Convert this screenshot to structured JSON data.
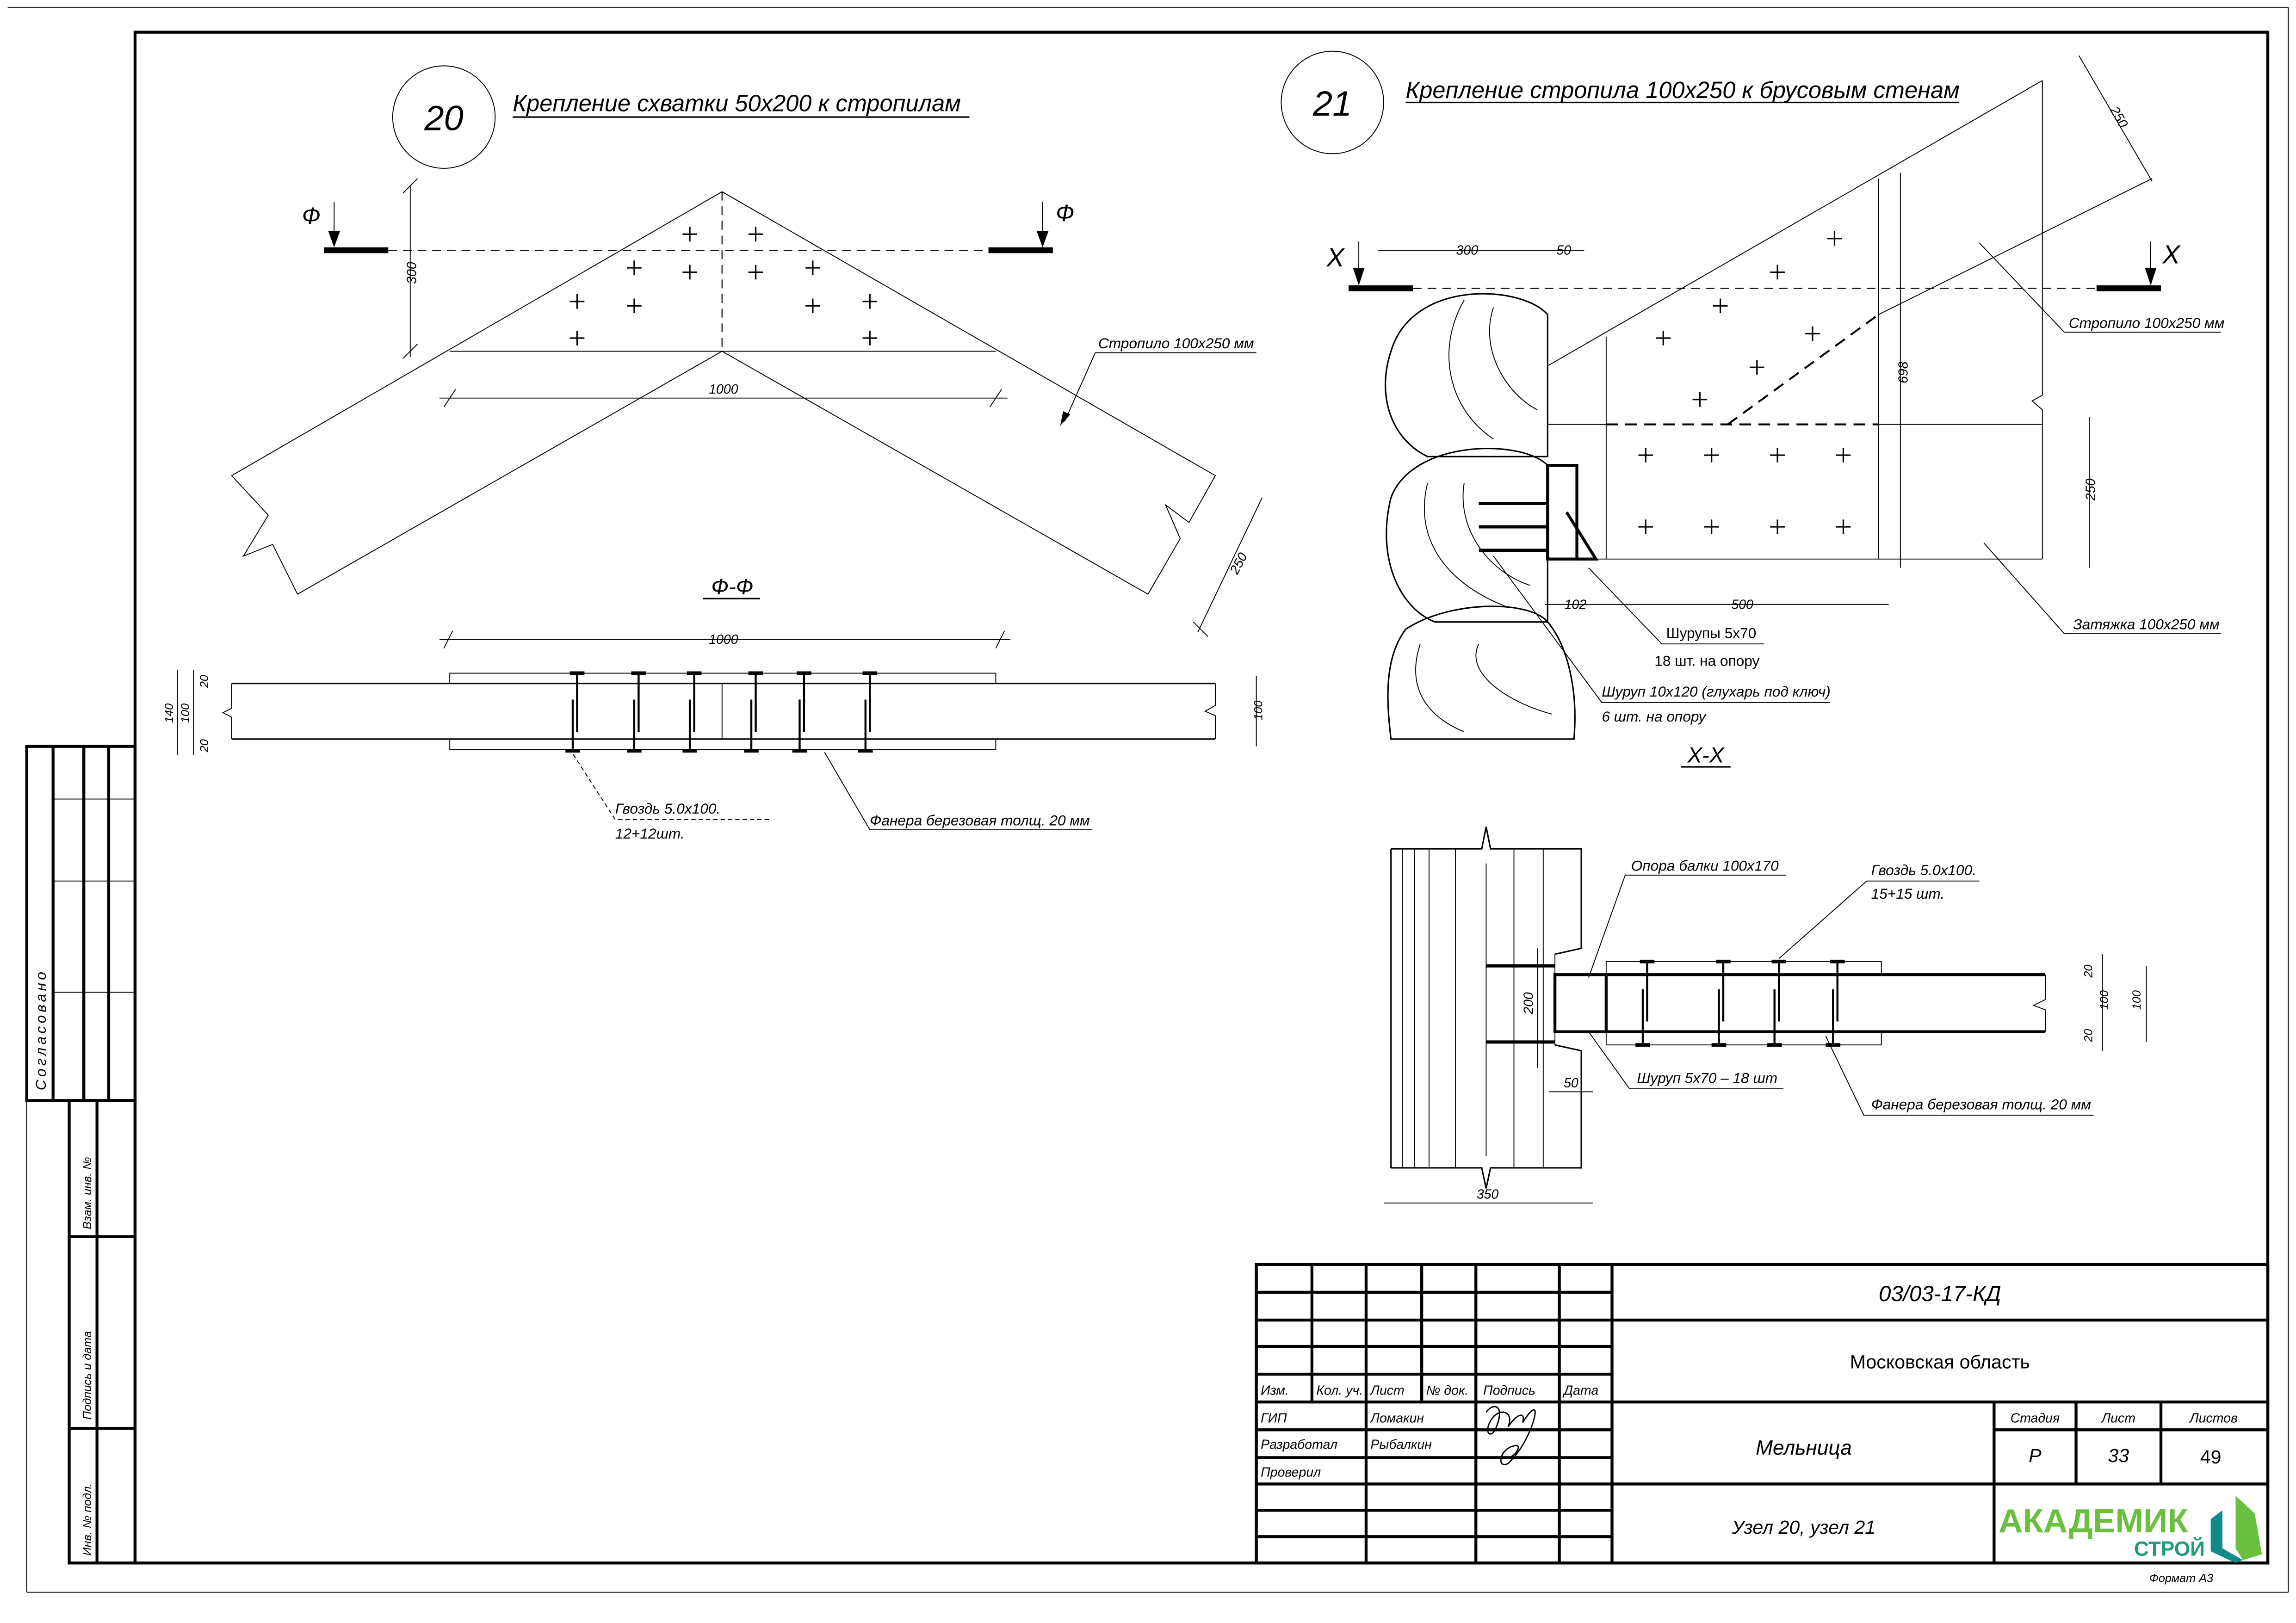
{
  "sheet": {
    "format_label": "Формат А3"
  },
  "stamp_left": {
    "agreed": "Согласовано",
    "replaced_inv": "Взам. инв. №",
    "sign_date": "Подпись и дата",
    "inv_orig": "Инв. № подл."
  },
  "title_block": {
    "doc_number": "03/03-17-КД",
    "region": "Московская область",
    "object": "Мельница",
    "sheet_title": "Узел 20, узел 21",
    "headers": [
      "Изм.",
      "Кол. уч.",
      "Лист",
      "№ док.",
      "Подпись",
      "Дата"
    ],
    "roles": [
      "ГИП",
      "Разработал",
      "Проверил"
    ],
    "names": [
      "Ломакин",
      "Рыбалкин"
    ],
    "stage_headers": [
      "Стадия",
      "Лист",
      "Листов"
    ],
    "stage": "Р",
    "sheet": "33",
    "sheets": "49",
    "logo": {
      "line1": "АКАДЕМИК",
      "line2": "СТРОЙ",
      "color_green": "#6bbf3f",
      "color_teal": "#138a8a"
    }
  },
  "node20": {
    "number": "20",
    "title": "Крепление схватки 50х200 к стропилам",
    "section_mark": "Ф",
    "section_title": "Ф-Ф",
    "dims": {
      "height": "300",
      "width": "1000",
      "rafter": "250",
      "section_width": "1000",
      "total": "140",
      "core": "100",
      "ply_top": "20",
      "ply_bottom": "20",
      "beam": "100"
    },
    "labels": {
      "rafter": "Стропило 100х250 мм",
      "nail": "Гвоздь 5.0х100.",
      "nail_count": "12+12шт.",
      "plywood": "Фанера березовая толщ. 20 мм"
    }
  },
  "node21": {
    "number": "21",
    "title": "Крепление стропила 100х250 к брусовым стенам",
    "section_mark": "Х",
    "section_title": "Х-Х",
    "dims": {
      "d300": "300",
      "d50": "50",
      "d698": "698",
      "d250v": "250",
      "d250d": "250",
      "d102": "102",
      "d500": "500",
      "d200": "200",
      "d50b": "50",
      "d350": "350",
      "r20a": "20",
      "r100a": "100",
      "r20b": "20",
      "r100b": "100"
    },
    "labels": {
      "rafter": "Стропило 100х250 мм",
      "tie": "Затяжка 100х250 мм",
      "screws": "Шурупы 5х70",
      "screws_count": "18 шт. на опору",
      "lag": "Шуруп 10х120 (глухарь под ключ)",
      "lag_count": "6 шт. на опору",
      "support": "Опора балки 100х170",
      "nail": "Гвоздь 5.0х100.",
      "nail_count": "15+15 шт.",
      "screw_b": "Шуруп 5х70 – 18 шт",
      "plywood": "Фанера березовая толщ. 20 мм"
    }
  }
}
